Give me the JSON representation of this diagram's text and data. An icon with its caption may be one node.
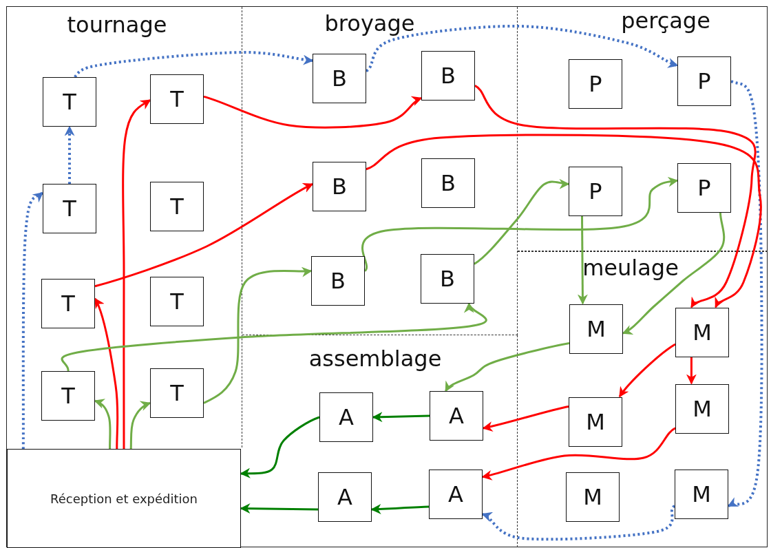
{
  "diagram": {
    "nodes": [
      {
        "text": [
          "tournage"
        ]
      },
      {
        "text": [
          "T"
        ],
        "in": 0
      },
      {
        "text": [
          "T"
        ],
        "in": 0
      },
      {
        "text": [
          "T"
        ],
        "in": 0
      },
      {
        "text": [
          "T"
        ],
        "in": 0
      },
      {
        "text": [
          "T"
        ],
        "in": 0
      },
      {
        "text": [
          "T"
        ],
        "in": 0
      },
      {
        "text": [
          "T"
        ],
        "in": 0
      },
      {
        "text": [
          "T"
        ],
        "in": 0
      },
      {
        "text": [
          "broyage"
        ]
      },
      {
        "text": [
          "B"
        ],
        "in": 9
      },
      {
        "text": [
          "B"
        ],
        "in": 9
      },
      {
        "text": [
          "B"
        ],
        "in": 9
      },
      {
        "text": [
          "B"
        ],
        "in": 9
      },
      {
        "text": [
          "B"
        ],
        "in": 9
      },
      {
        "text": [
          "B"
        ],
        "in": 9
      },
      {
        "text": [
          "perçage"
        ]
      },
      {
        "text": [
          "P"
        ],
        "in": 16
      },
      {
        "text": [
          "P"
        ],
        "in": 16
      },
      {
        "text": [
          "P"
        ],
        "in": 16
      },
      {
        "text": [
          "P"
        ],
        "in": 16
      },
      {
        "text": [
          "meulage"
        ]
      },
      {
        "text": [
          "M"
        ],
        "in": 21
      },
      {
        "text": [
          "M"
        ],
        "in": 21
      },
      {
        "text": [
          "M"
        ],
        "in": 21
      },
      {
        "text": [
          "M"
        ],
        "in": 21
      },
      {
        "text": [
          "M"
        ],
        "in": 21
      },
      {
        "text": [
          "M"
        ],
        "in": 21
      },
      {
        "text": [
          "assemblage"
        ]
      },
      {
        "text": [
          "A"
        ],
        "in": 28
      },
      {
        "text": [
          "A"
        ],
        "in": 28
      },
      {
        "text": [
          "A"
        ],
        "in": 28
      },
      {
        "text": [
          "A"
        ],
        "in": 28
      },
      {
        "text": [
          "Réception et expédition"
        ]
      }
    ],
    "edges": [
      {
        "from": 33,
        "to": 3,
        "arrow": "to",
        "style": "dashed",
        "color": "#4472c4"
      },
      {
        "from": 3,
        "to": 1,
        "arrow": "to",
        "style": "dashed",
        "color": "#4472c4"
      },
      {
        "from": 1,
        "to": 10,
        "arrow": "to",
        "style": "dashed",
        "color": "#4472c4"
      },
      {
        "from": 10,
        "to": 18,
        "arrow": "to",
        "style": "dashed",
        "color": "#4472c4"
      },
      {
        "from": 18,
        "to": 27,
        "arrow": "to",
        "style": "dashed",
        "color": "#4472c4"
      },
      {
        "from": 27,
        "to": 32,
        "arrow": "to",
        "style": "dashed",
        "color": "#4472c4"
      },
      {
        "from": 33,
        "to": 2,
        "arrow": "to",
        "color": "#ff0000"
      },
      {
        "from": 33,
        "to": 5,
        "arrow": "to",
        "color": "#ff0000"
      },
      {
        "from": 5,
        "to": 12,
        "arrow": "to",
        "color": "#ff0000"
      },
      {
        "from": 2,
        "to": 11,
        "arrow": "to",
        "color": "#ff0000"
      },
      {
        "from": 11,
        "to": 23,
        "arrow": "to",
        "color": "#ff0000"
      },
      {
        "from": 12,
        "to": 23,
        "arrow": "to",
        "color": "#ff0000"
      },
      {
        "from": 23,
        "to": 24,
        "arrow": "to",
        "color": "#ff0000"
      },
      {
        "from": 23,
        "to": 25,
        "arrow": "to",
        "color": "#ff0000"
      },
      {
        "from": 24,
        "to": 30,
        "arrow": "to",
        "color": "#ff0000"
      },
      {
        "from": 25,
        "to": 32,
        "arrow": "to",
        "color": "#ff0000"
      },
      {
        "from": 33,
        "to": 7,
        "arrow": "to",
        "color": "#70ad47"
      },
      {
        "from": 33,
        "to": 8,
        "arrow": "to",
        "color": "#70ad47"
      },
      {
        "from": 8,
        "to": 14,
        "arrow": "to",
        "color": "#70ad47"
      },
      {
        "from": 7,
        "to": 15,
        "arrow": "to",
        "color": "#70ad47"
      },
      {
        "from": 14,
        "to": 20,
        "arrow": "to",
        "color": "#70ad47"
      },
      {
        "from": 15,
        "to": 19,
        "arrow": "to",
        "color": "#70ad47"
      },
      {
        "from": 19,
        "to": 22,
        "arrow": "to",
        "color": "#70ad47"
      },
      {
        "from": 20,
        "to": 22,
        "arrow": "to",
        "color": "#70ad47"
      },
      {
        "from": 22,
        "to": 30,
        "arrow": "to",
        "color": "#70ad47"
      },
      {
        "from": 30,
        "to": 29,
        "arrow": "to",
        "color": "#008000"
      },
      {
        "from": 29,
        "to": 33,
        "arrow": "to",
        "color": "#008000"
      },
      {
        "from": 32,
        "to": 31,
        "arrow": "to",
        "color": "#008000"
      },
      {
        "from": 31,
        "to": 33,
        "arrow": "to",
        "color": "#008000"
      }
    ]
  }
}
